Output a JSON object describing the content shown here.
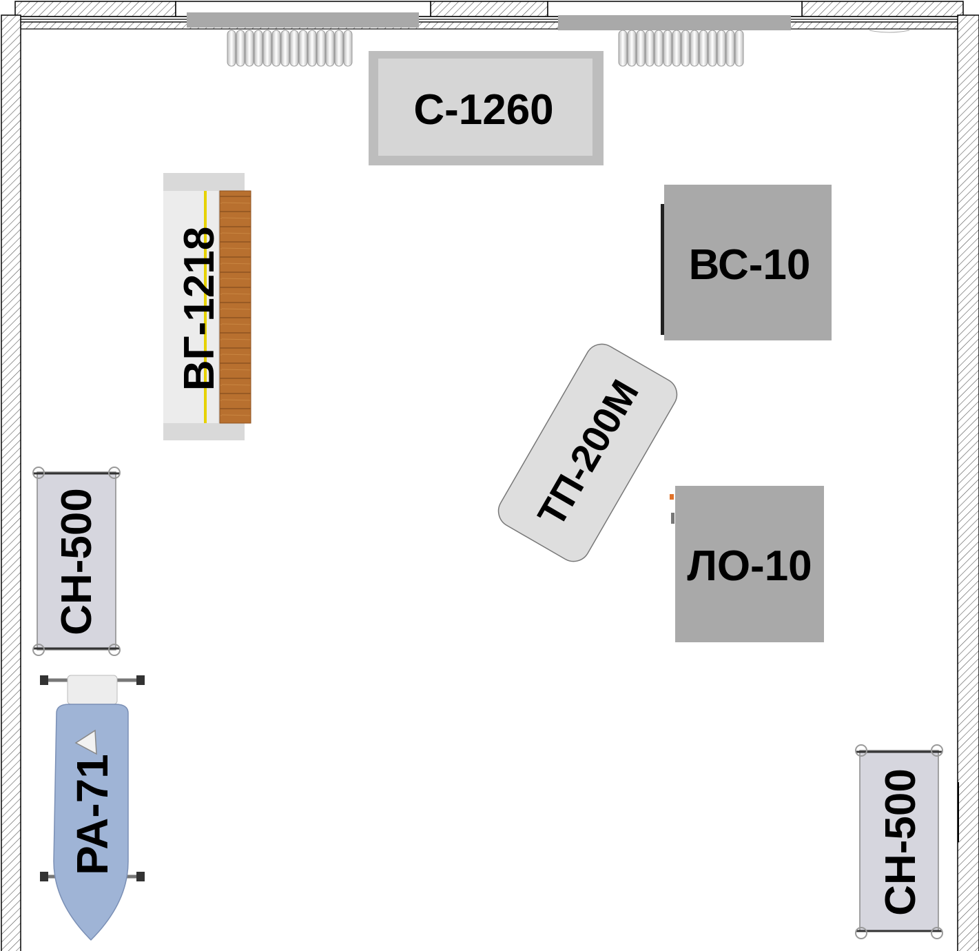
{
  "plan": {
    "labels": {
      "table_c1260": "С-1260",
      "dryer_vg1218": "ВГ-1218",
      "cabinet_vs10": "ВС-10",
      "press_tp200m": "ТП-200М",
      "cabinet_lo10": "ЛО-10",
      "stand_left": "СН-500",
      "stand_right": "СН-500",
      "ironing_board": "РА-71"
    },
    "colors": {
      "wall_hatch": "#555555",
      "equipment_gray": "#a9a9a9",
      "equipment_light": "#d3d3d3",
      "wood": "#b8702f",
      "ironing_blue": "#9fb4d6",
      "yellow_line": "#e6d200"
    }
  }
}
